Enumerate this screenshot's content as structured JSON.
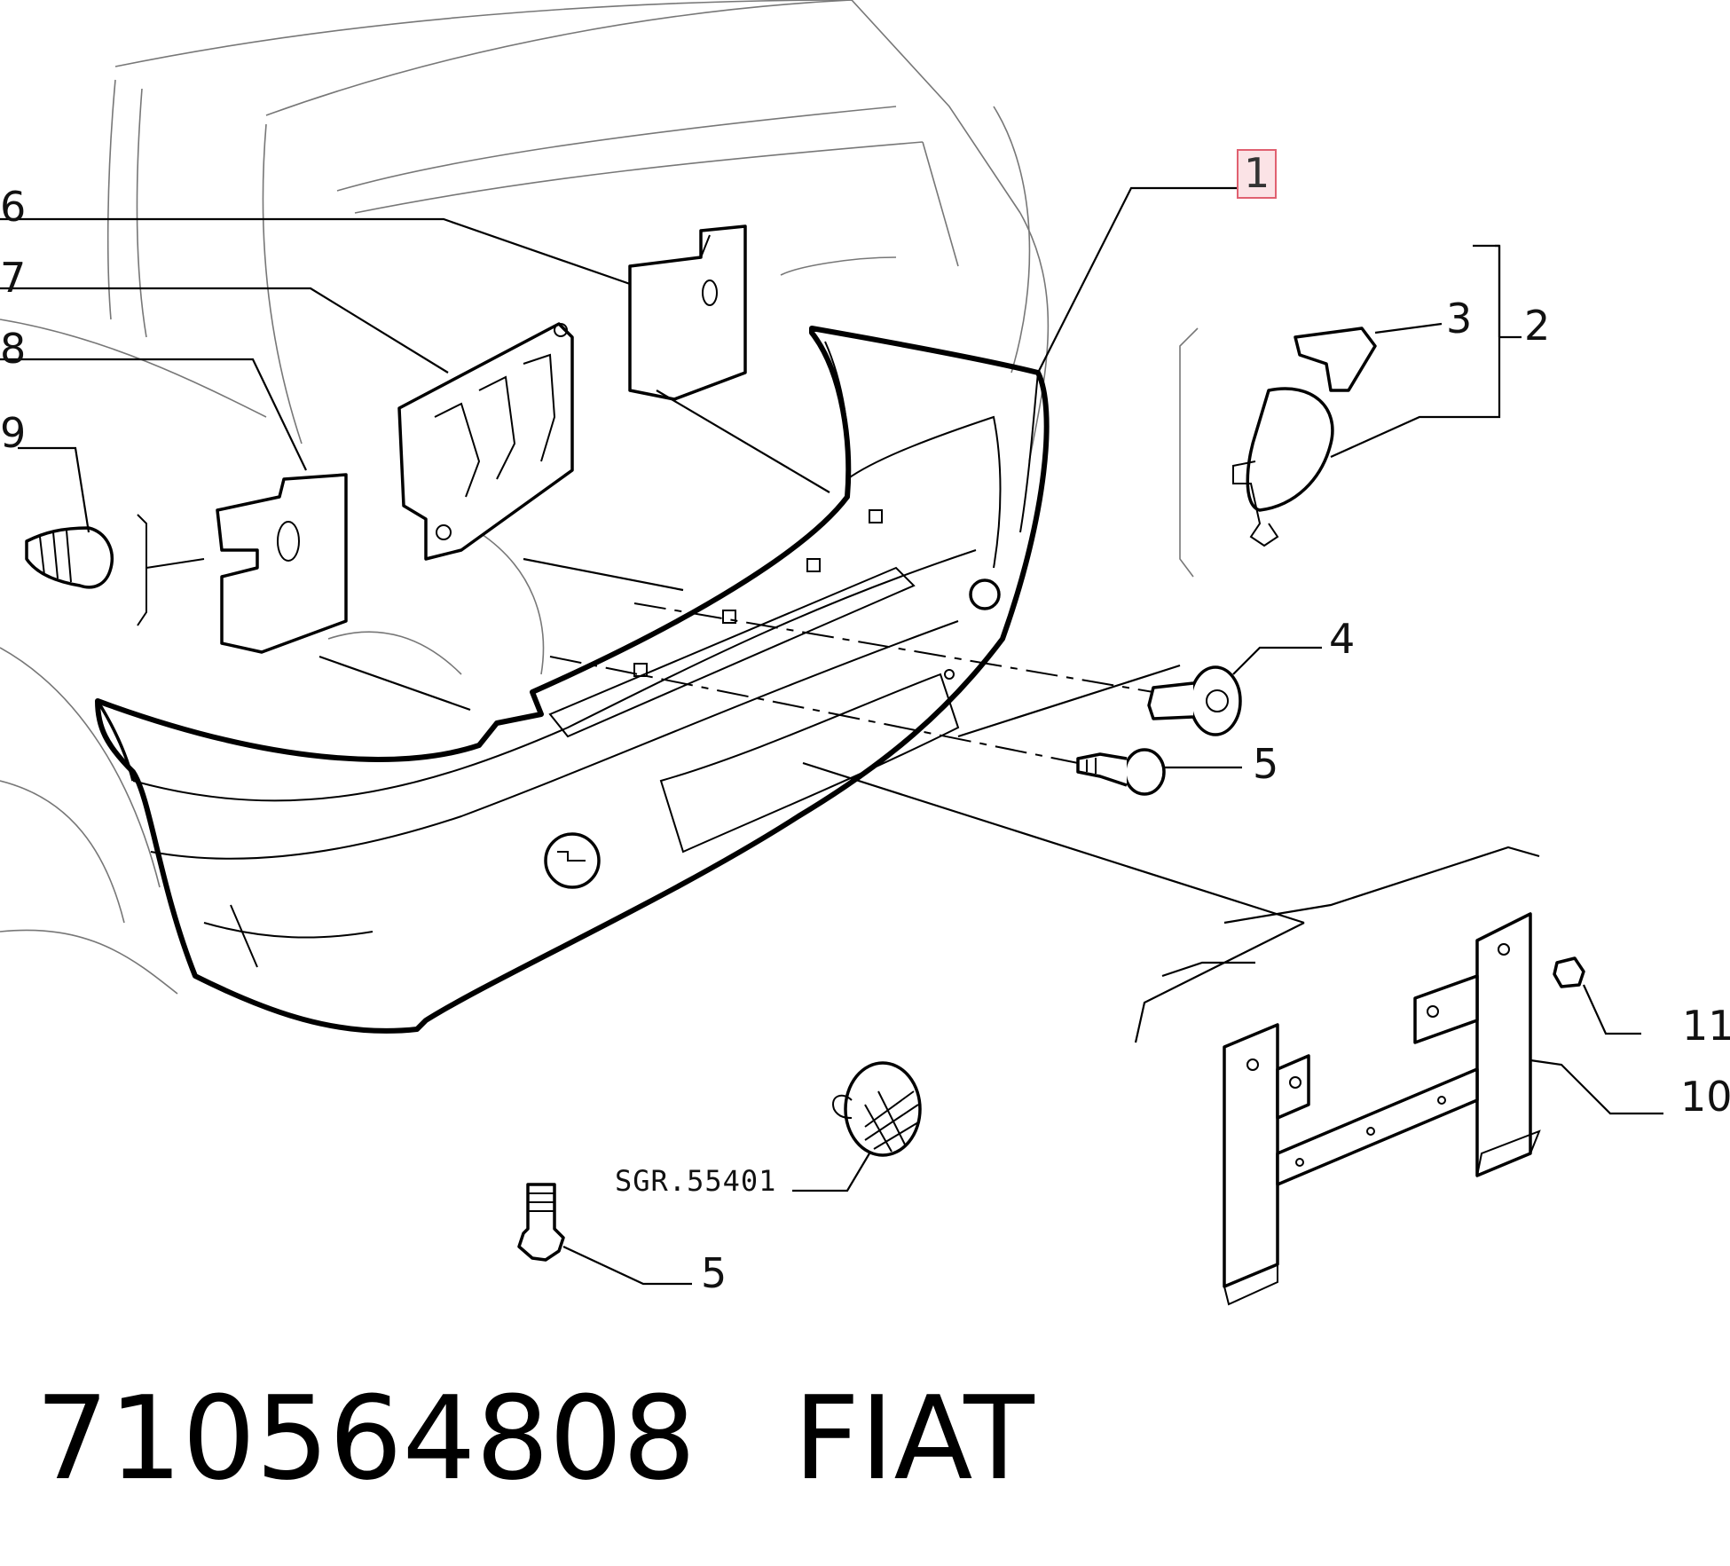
{
  "callouts": {
    "c1": "1",
    "c2": "2",
    "c3": "3",
    "c4": "4",
    "c5a": "5",
    "c5b": "5",
    "c6": "6",
    "c7": "7",
    "c8": "8",
    "c9": "9",
    "c10": "10",
    "c11": "11"
  },
  "reference_code": "SGR.55401",
  "footer": {
    "part_number": "710564808",
    "brand": "FIAT"
  },
  "colors": {
    "highlight_border": "#e06070",
    "highlight_fill": "#fbe3e6"
  }
}
